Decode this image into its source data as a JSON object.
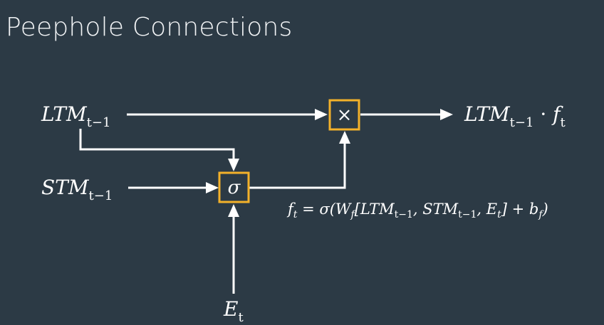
{
  "title": "Peephole Connections",
  "labels": {
    "ltm_prev": {
      "base": "LTM",
      "sub": "t−1"
    },
    "stm_prev": {
      "base": "STM",
      "sub": "t−1"
    },
    "event": {
      "base": "E",
      "sub": "t"
    },
    "output": {
      "base1": "LTM",
      "sub1": "t−1",
      "dot": " · ",
      "base2": "f",
      "sub2": "t"
    }
  },
  "gates": {
    "multiply": "×",
    "sigma": "σ"
  },
  "formula": {
    "lhs": "f",
    "lhs_sub": "t",
    "eq_sigma": " = σ(W",
    "w_sub": "f",
    "open": "[LTM",
    "ltm_sub": "t−1",
    "comma1": ", STM",
    "stm_sub": "t−1",
    "comma2": ", E",
    "e_sub": "t",
    "close_plus": "] + b",
    "b_sub": "f",
    "close": ")"
  },
  "colors": {
    "background": "#2c3a45",
    "gate_border": "#f3b12a",
    "foreground": "#ffffff"
  }
}
